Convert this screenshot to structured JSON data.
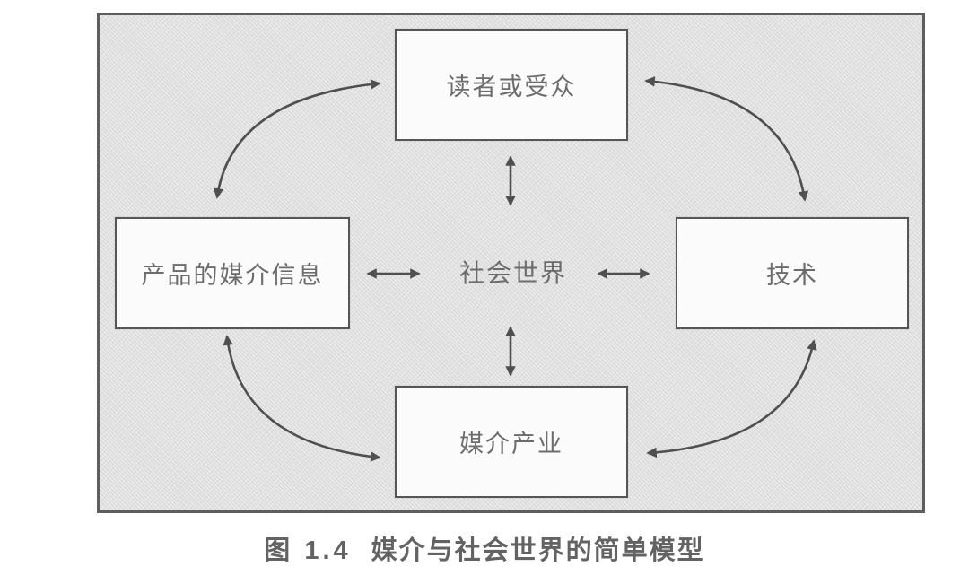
{
  "figure": {
    "type": "diagram",
    "caption": {
      "label": "图 1.4",
      "title": "媒介与社会世界的简单模型"
    },
    "nodes": {
      "top": "读者或受众",
      "left": "产品的媒介信息",
      "center": "社会世界",
      "right": "技术",
      "bottom": "媒介产业"
    },
    "edges": [
      {
        "from": "社会世界",
        "to": "读者或受众",
        "style": "straight-double-arrow"
      },
      {
        "from": "社会世界",
        "to": "产品的媒介信息",
        "style": "straight-double-arrow"
      },
      {
        "from": "社会世界",
        "to": "技术",
        "style": "straight-double-arrow"
      },
      {
        "from": "社会世界",
        "to": "媒介产业",
        "style": "straight-double-arrow"
      },
      {
        "from": "产品的媒介信息",
        "to": "读者或受众",
        "style": "curved-double-arrow"
      },
      {
        "from": "读者或受众",
        "to": "技术",
        "style": "curved-double-arrow"
      },
      {
        "from": "技术",
        "to": "媒介产业",
        "style": "curved-double-arrow"
      },
      {
        "from": "媒介产业",
        "to": "产品的媒介信息",
        "style": "curved-double-arrow"
      }
    ],
    "colors": {
      "page_background": "#ffffff",
      "panel_background": "#e1e1e1",
      "panel_border": "#5e5e5e",
      "node_background": "#fbfbfb",
      "node_border": "#565656",
      "arrow": "#4f4f4f",
      "node_text": "#6c6c6c",
      "caption_text": "#636363"
    }
  }
}
